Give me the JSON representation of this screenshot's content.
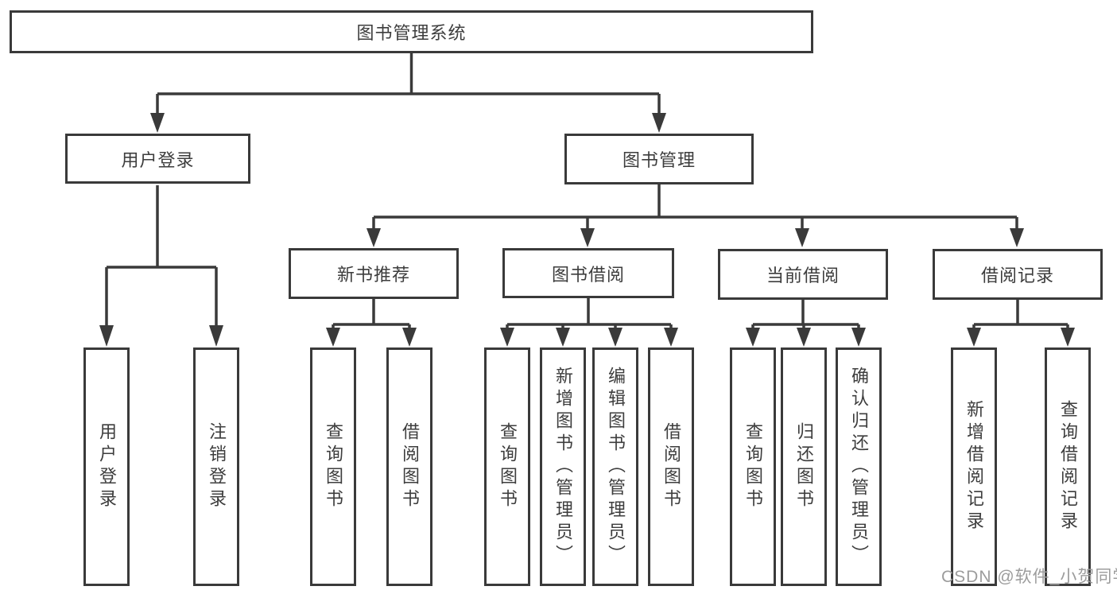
{
  "watermark": "CSDN @软件_小贺同学",
  "colors": {
    "line": "#3a3a3a",
    "box_border": "#3a3a3a",
    "text": "#3d3d3d",
    "watermark": "#9c9c9c",
    "background": "#ffffff"
  },
  "tree": {
    "root": {
      "label": "图书管理系统"
    },
    "branches": [
      {
        "label": "用户登录",
        "children": [
          "用户登录",
          "注销登录"
        ]
      },
      {
        "label": "图书管理",
        "children": [
          {
            "label": "新书推荐",
            "children": [
              "查询图书",
              "借阅图书"
            ]
          },
          {
            "label": "图书借阅",
            "children": [
              "查询图书",
              "新增图书（管理员）",
              "编辑图书（管理员）",
              "借阅图书"
            ]
          },
          {
            "label": "当前借阅",
            "children": [
              "查询图书",
              "归还图书",
              "确认归还（管理员）"
            ]
          },
          {
            "label": "借阅记录",
            "children": [
              "新增借阅记录",
              "查询借阅记录"
            ]
          }
        ]
      }
    ]
  }
}
